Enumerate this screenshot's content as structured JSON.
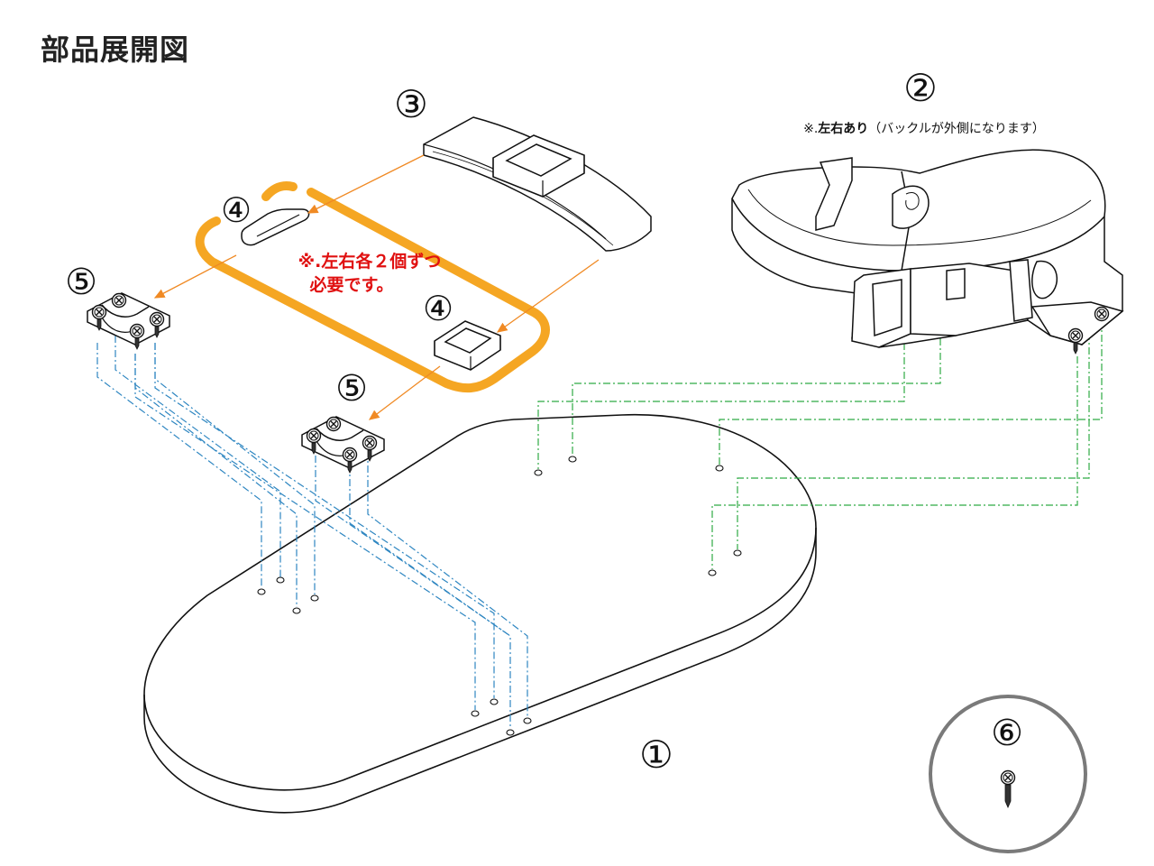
{
  "title": "部品展開図",
  "parts": {
    "p1": "①",
    "p2": "②",
    "p3": "③",
    "p4a": "④",
    "p4b": "④",
    "p5a": "⑤",
    "p5b": "⑤",
    "p6": "⑥"
  },
  "notes": {
    "lr_prefix": "※.",
    "lr_bold": "左右あり",
    "lr_rest": "（バックルが外側になります）",
    "qty_line1": "※.左右各２個ずつ",
    "qty_line2": "必要です。"
  },
  "colors": {
    "highlight": "#F5A623",
    "note_red": "#E01010",
    "guide_blue": "#2E86C1",
    "guide_green": "#2EAA44",
    "arrow_orange": "#F08A24",
    "circle_gray": "#7a7a7a"
  }
}
